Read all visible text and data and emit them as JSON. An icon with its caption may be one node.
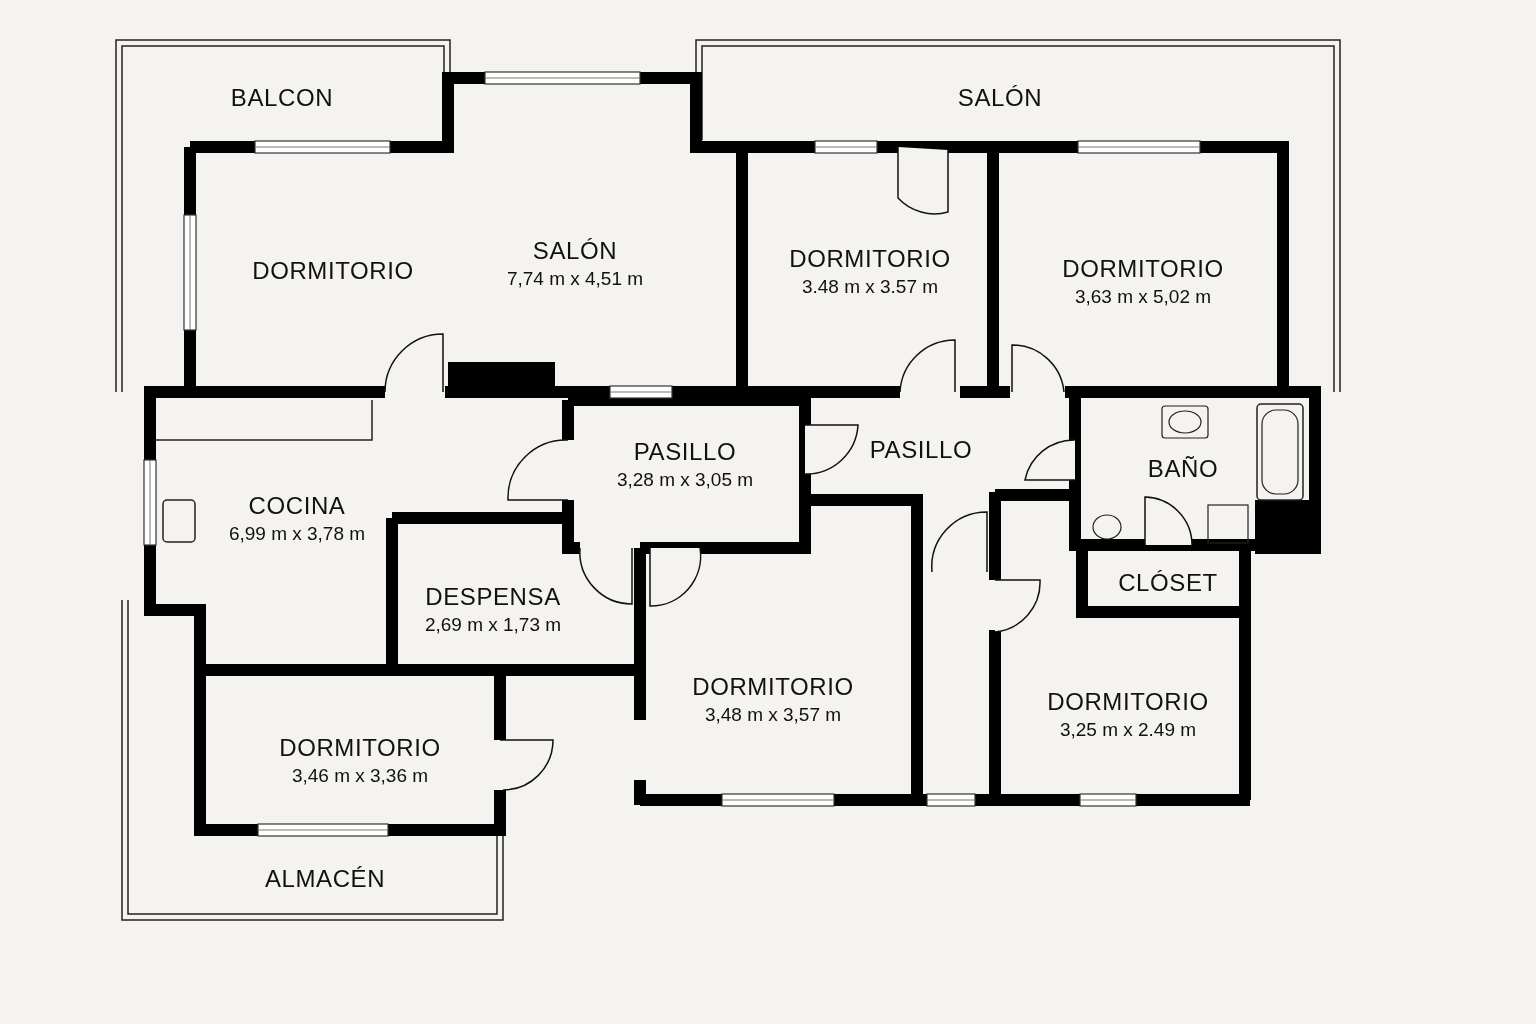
{
  "diagram": {
    "nodes": [
      {
        "text": [
          "BALCON"
        ]
      },
      {
        "text": [
          "SALÓN"
        ]
      },
      {
        "text": [
          "DORMITORIO"
        ]
      },
      {
        "text": [
          "SALÓN",
          "7,74 m x 4,51 m"
        ]
      },
      {
        "text": [
          "DORMITORIO",
          "3.48 m x 3.57 m"
        ]
      },
      {
        "text": [
          "DORMITORIO",
          "3,63 m x 5,02 m"
        ]
      },
      {
        "text": [
          "PASILLO",
          "3,28 m x 3,05 m"
        ]
      },
      {
        "text": [
          "PASILLO"
        ]
      },
      {
        "text": [
          "BAÑO"
        ]
      },
      {
        "text": [
          "COCINA",
          "6,99 m x 3,78 m"
        ]
      },
      {
        "text": [
          "CLÓSET"
        ]
      },
      {
        "text": [
          "DESPENSA",
          "2,69 m x 1,73 m"
        ]
      },
      {
        "text": [
          "DORMITORIO",
          "3,48 m x 3,57 m"
        ]
      },
      {
        "text": [
          "DORMITORIO",
          "3,25 m x 2.49 m"
        ]
      },
      {
        "text": [
          "DORMITORIO",
          "3,46 m x 3,36 m"
        ]
      },
      {
        "text": [
          "ALMACÉN"
        ]
      }
    ]
  }
}
